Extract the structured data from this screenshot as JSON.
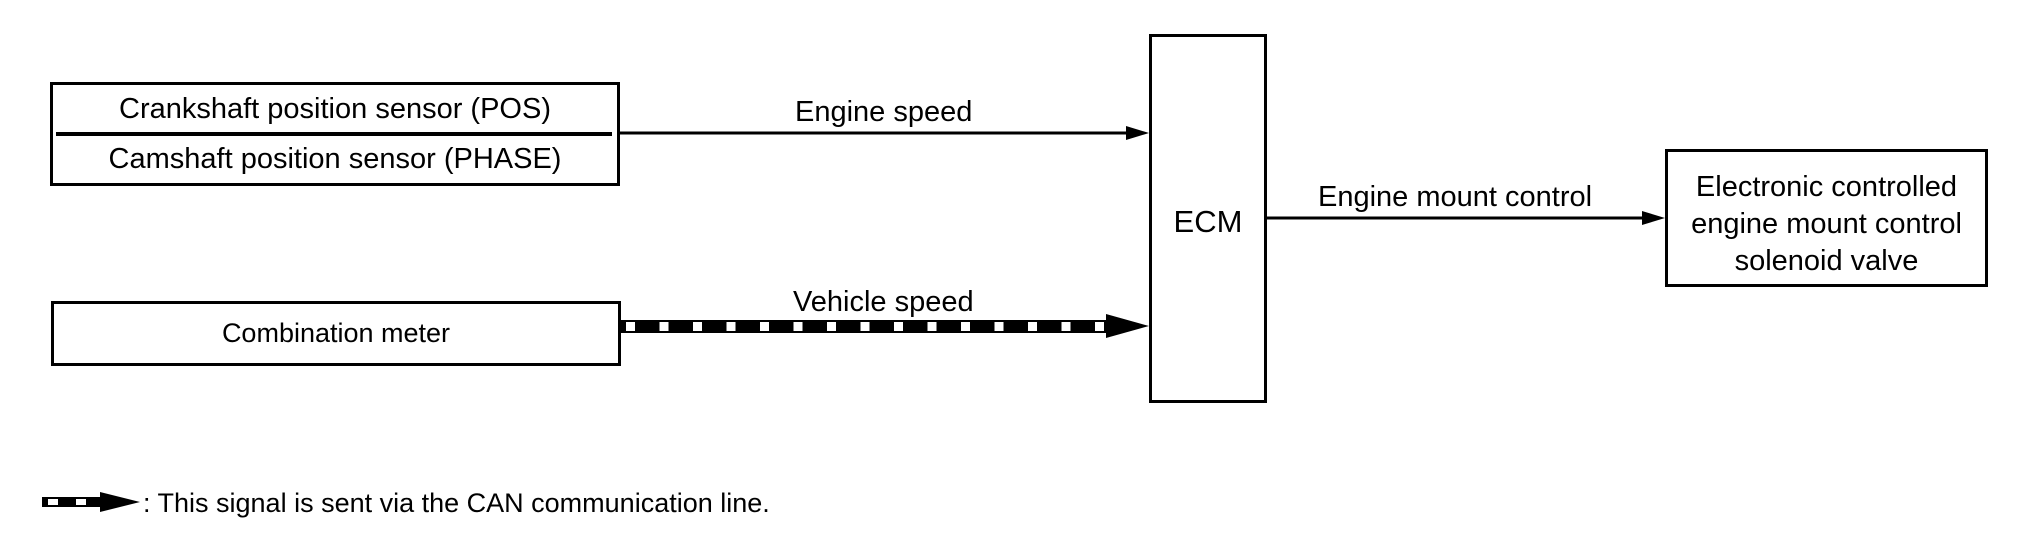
{
  "diagram": {
    "colors": {
      "line": "#000000",
      "background": "#ffffff"
    },
    "inputs": [
      {
        "id": "sensors",
        "lines": [
          "Crankshaft position sensor (POS)",
          "Camshaft position sensor (PHASE)"
        ]
      },
      {
        "id": "combination_meter",
        "label": "Combination meter"
      }
    ],
    "controller": {
      "label": "ECM"
    },
    "output": {
      "lines": [
        "Electronic controlled",
        "engine mount control",
        "solenoid valve"
      ]
    },
    "signals": [
      {
        "label": "Engine speed",
        "from": "sensors",
        "to": "ECM",
        "type": "direct"
      },
      {
        "label": "Vehicle speed",
        "from": "combination_meter",
        "to": "ECM",
        "type": "CAN"
      },
      {
        "label": "Engine mount control",
        "from": "ECM",
        "to": "output",
        "type": "direct"
      }
    ],
    "legend": {
      "icon": "can-signal-arrow-icon",
      "text": ": This signal is sent via the CAN communication line."
    }
  }
}
